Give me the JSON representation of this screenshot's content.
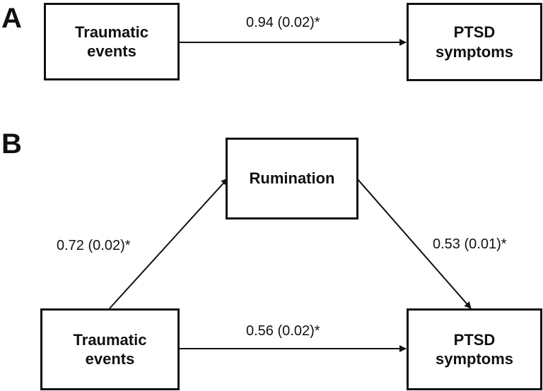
{
  "panels": {
    "a": {
      "letter": "A",
      "boxes": {
        "traumatic_events": "Traumatic\nevents",
        "ptsd_symptoms": "PTSD\nsymptoms"
      },
      "paths": {
        "total_effect": "0.94 (0.02)*"
      }
    },
    "b": {
      "letter": "B",
      "boxes": {
        "rumination": "Rumination",
        "traumatic_events": "Traumatic\nevents",
        "ptsd_symptoms": "PTSD\nsymptoms"
      },
      "paths": {
        "events_to_rumination": "0.72 (0.02)*",
        "rumination_to_ptsd": "0.53 (0.01)*",
        "direct_effect": "0.56 (0.02)*"
      }
    }
  },
  "colors": {
    "line": "#111111",
    "background": "#ffffff"
  }
}
